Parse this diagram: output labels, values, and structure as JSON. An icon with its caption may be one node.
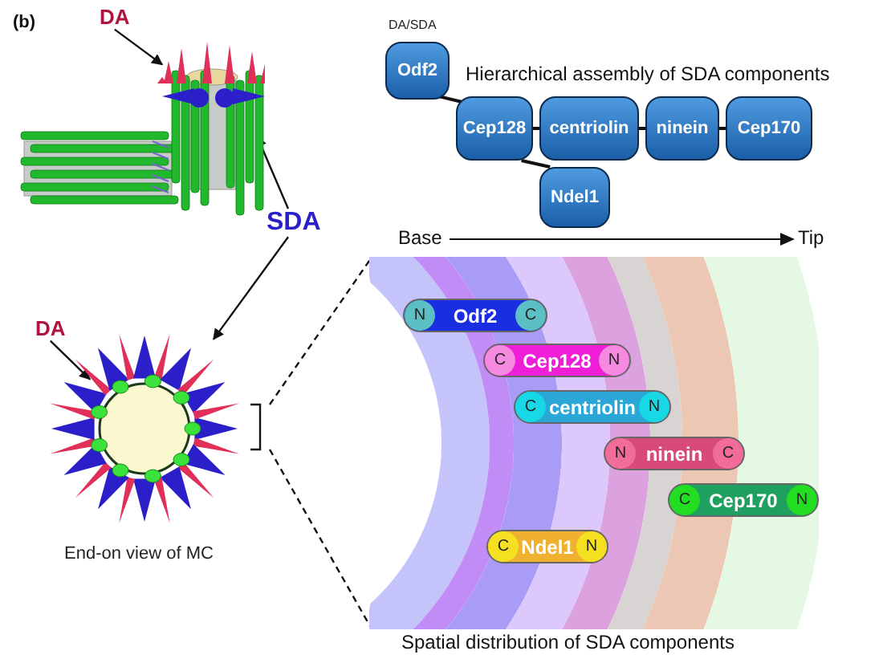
{
  "diagram": {
    "nodes": [
      {
        "text": [
          "DA"
        ]
      },
      {
        "text": [],
        "shape": "picture"
      },
      {
        "text": [
          "SDA"
        ]
      },
      {
        "text": [],
        "shape": "picture",
        "beside": [
          "End-on view of MC"
        ]
      },
      {
        "text": [
          "DA"
        ]
      },
      {
        "text": [
          "Odf2"
        ],
        "beside": [
          "DA/SDA"
        ]
      },
      {
        "text": [
          "Cep128"
        ]
      },
      {
        "text": [
          "centriolin"
        ]
      },
      {
        "text": [
          "ninein"
        ]
      },
      {
        "text": [
          "Cep170"
        ]
      },
      {
        "text": [
          "Ndel1"
        ]
      },
      {
        "text": [],
        "shape": "picture"
      },
      {
        "text": [
          "N",
          "Odf2",
          "C"
        ],
        "in": 11
      },
      {
        "text": [
          "C",
          "Cep128",
          "N"
        ],
        "in": 11
      },
      {
        "text": [
          "C",
          "centriolin",
          "N"
        ],
        "in": 11
      },
      {
        "text": [
          "N",
          "ninein",
          "C"
        ],
        "in": 11
      },
      {
        "text": [
          "C",
          "Cep170",
          "N"
        ],
        "in": 11
      },
      {
        "text": [
          "C",
          "Ndel1",
          "N"
        ],
        "in": 11
      }
    ],
    "edges": [
      {
        "from": 0,
        "to": 1,
        "arrow": "to"
      },
      {
        "from": 2,
        "to": 1,
        "arrow": "to"
      },
      {
        "from": 2,
        "to": 3,
        "arrow": "to"
      },
      {
        "from": 4,
        "to": 3,
        "arrow": "to"
      },
      {
        "from": 5,
        "to": 6,
        "arrow": "none"
      },
      {
        "from": 6,
        "to": 7,
        "arrow": "none"
      },
      {
        "from": 7,
        "to": 8,
        "arrow": "none"
      },
      {
        "from": 8,
        "to": 9,
        "arrow": "none"
      },
      {
        "from": 6,
        "to": 10,
        "arrow": "none"
      },
      {
        "from": 3,
        "to": 11,
        "arrow": "none",
        "style": "dashed"
      },
      {
        "from": 3,
        "to": 11,
        "arrow": "none",
        "style": "dashed"
      }
    ],
    "labels": [
      "(b)",
      "Hierarchical assembly of SDA components",
      "Base",
      "Tip",
      "Spatial distribution of SDA components"
    ]
  }
}
